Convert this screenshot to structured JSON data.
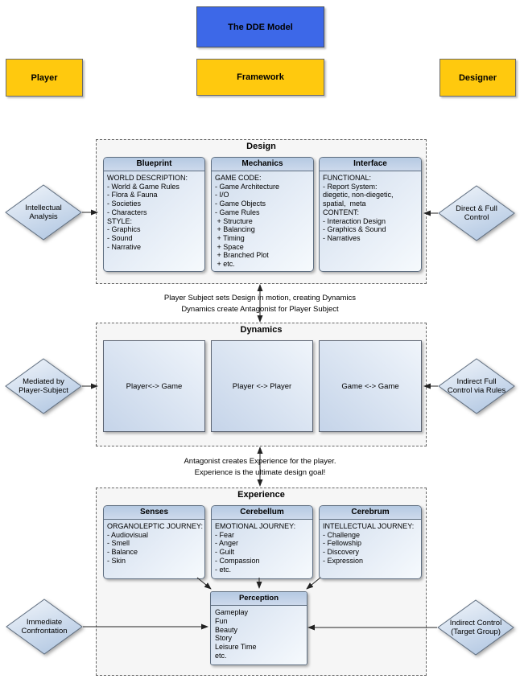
{
  "title": "The DDE Model",
  "actors": {
    "player": "Player",
    "framework": "Framework",
    "designer": "Designer"
  },
  "colors": {
    "title_blue": "#3d68e8",
    "actor_yellow": "#ffc90e",
    "node_fill_light": "#e7eef7",
    "node_header": "#b5c9e2",
    "node_border": "#5f6e80",
    "section_fill": "#f6f6f6",
    "arrow": "#222222"
  },
  "design": {
    "title": "Design",
    "left_diamond": [
      "Intellectual",
      "Analysis"
    ],
    "right_diamond": [
      "Direct & Full",
      "Control"
    ],
    "boxes": [
      {
        "title": "Blueprint",
        "lines": [
          "WORLD DESCRIPTION:",
          "- World & Game Rules",
          "- Flora & Fauna",
          "- Societies",
          "- Characters",
          "STYLE:",
          "- Graphics",
          "- Sound",
          "- Narrative"
        ]
      },
      {
        "title": "Mechanics",
        "lines": [
          "GAME CODE:",
          "- Game Architecture",
          "- I/O",
          "- Game Objects",
          "- Game Rules",
          " + Structure",
          " + Balancing",
          " + Timing",
          " + Space",
          " + Branched Plot",
          " + etc."
        ]
      },
      {
        "title": "Interface",
        "lines": [
          "FUNCTIONAL:",
          "- Report System:",
          "diegetic, non-diegetic,",
          "spatial,  meta",
          "CONTENT:",
          "- Interaction Design",
          "- Graphics & Sound",
          "- Narratives"
        ]
      }
    ]
  },
  "flow_note_1": [
    "Player Subject sets Design in motion, creating Dynamics",
    "Dynamics create Antagonist for Player Subject"
  ],
  "dynamics": {
    "title": "Dynamics",
    "left_diamond": [
      "Mediated by",
      "Player-Subject"
    ],
    "right_diamond": [
      "Indirect Full",
      "Control via Rules"
    ],
    "cells": [
      "Player<-> Game",
      "Player <-> Player",
      "Game <-> Game"
    ]
  },
  "flow_note_2": [
    "Antagonist creates Experience for the player.",
    "Experience is the ultimate design goal!"
  ],
  "experience": {
    "title": "Experience",
    "left_diamond": [
      "Immediate",
      "Confrontation"
    ],
    "right_diamond": [
      "Indirect Control",
      "(Target Group)"
    ],
    "boxes": [
      {
        "title": "Senses",
        "lines": [
          "ORGANOLEPTIC JOURNEY:",
          "- Audiovisual",
          "- Smell",
          "- Balance",
          "- Skin"
        ]
      },
      {
        "title": "Cerebellum",
        "lines": [
          "EMOTIONAL JOURNEY:",
          "- Fear",
          "- Anger",
          "- Guilt",
          "- Compassion",
          "- etc."
        ]
      },
      {
        "title": "Cerebrum",
        "lines": [
          "INTELLECTUAL JOURNEY:",
          "- Challenge",
          "- Fellowship",
          "- Discovery",
          "- Expression"
        ]
      }
    ],
    "perception": {
      "title": "Perception",
      "lines": [
        "Gameplay",
        "Fun",
        "Beauty",
        "Story",
        "Leisure Time",
        "etc."
      ]
    }
  }
}
